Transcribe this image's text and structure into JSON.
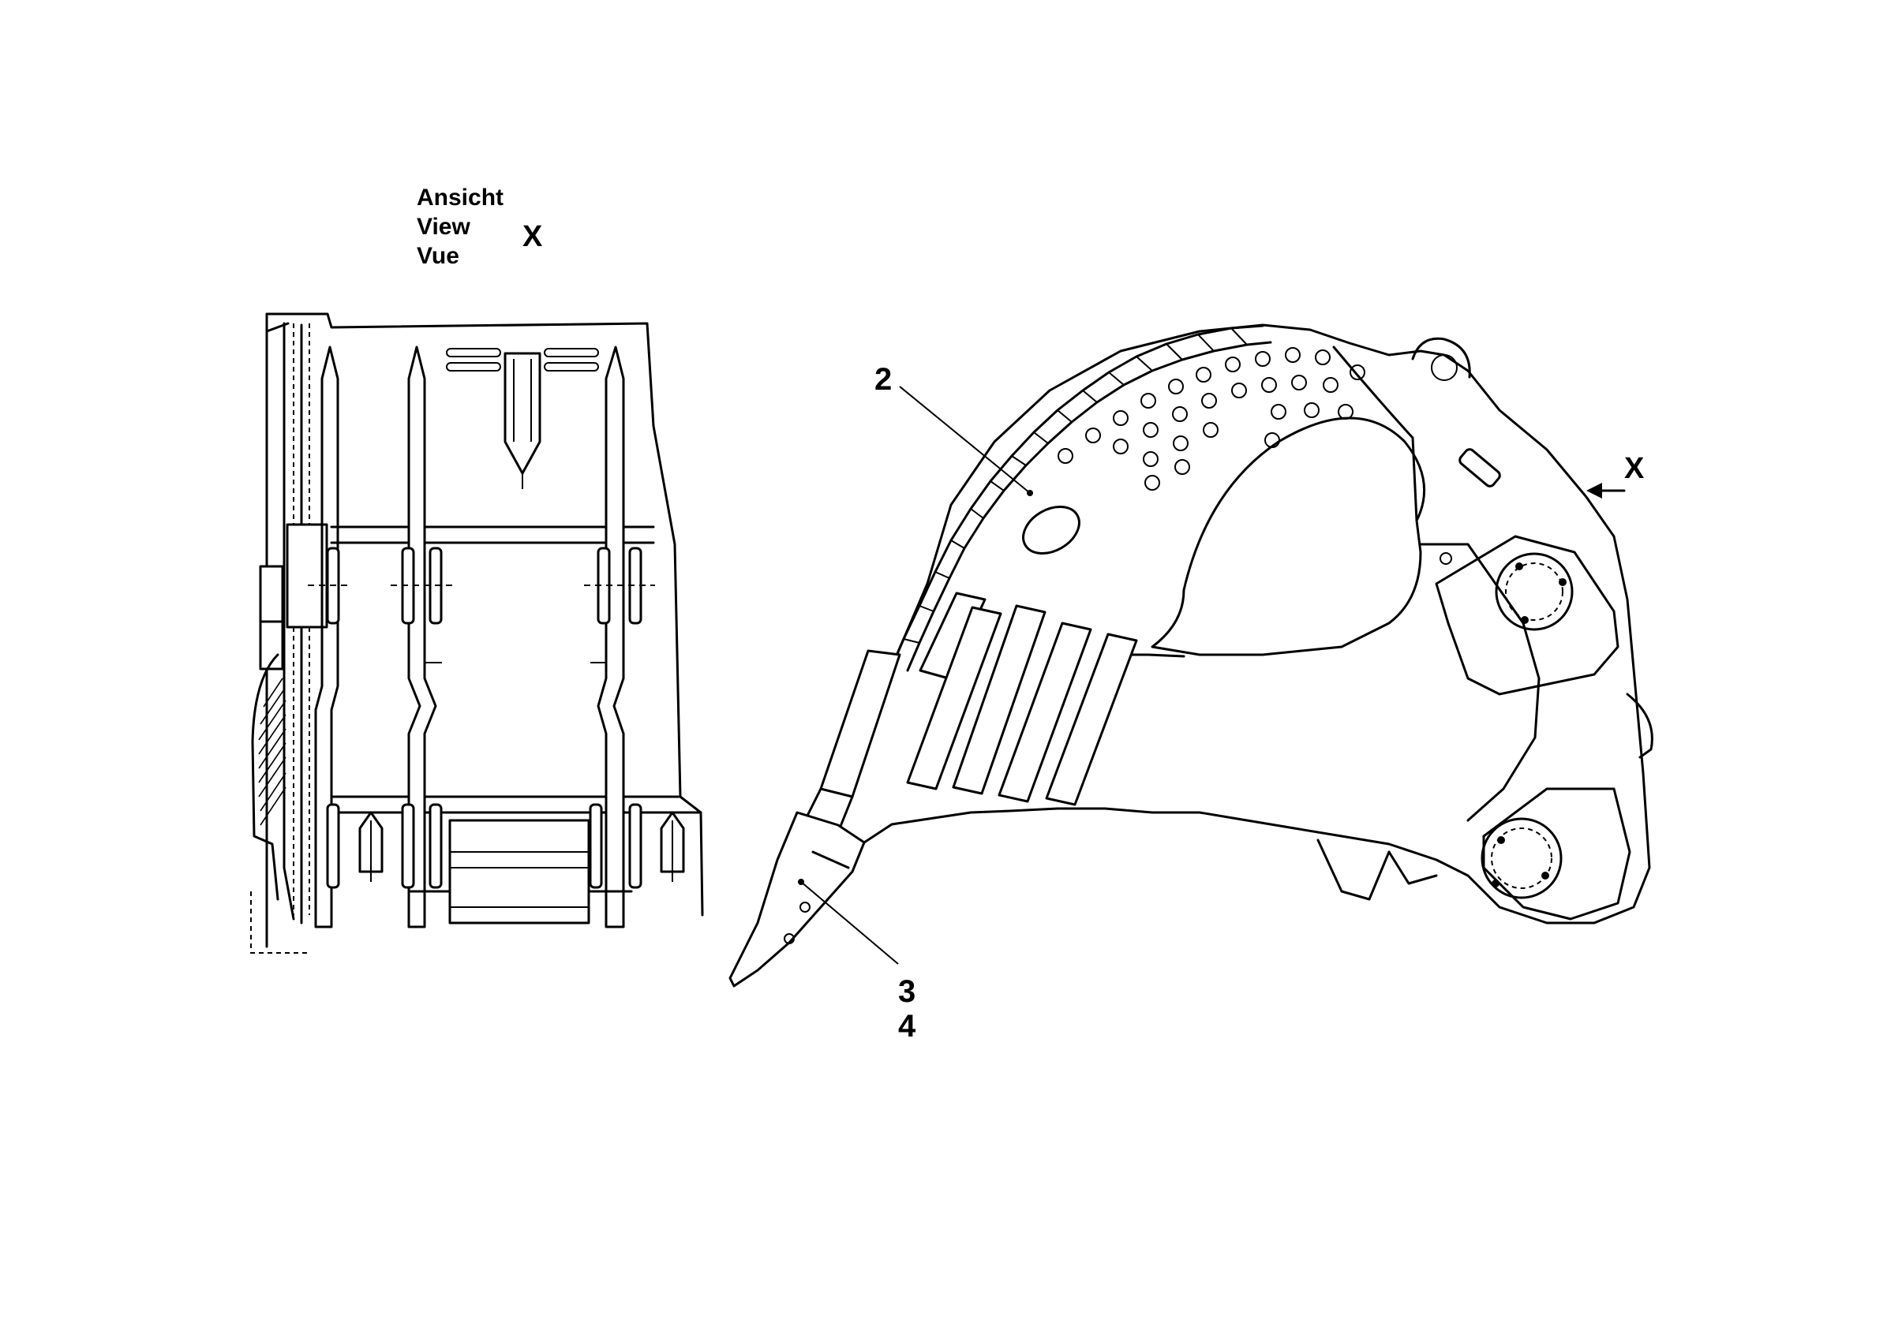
{
  "view_caption": {
    "line1": "Ansicht",
    "line2": "View",
    "line3": "Vue",
    "view_letter": "X"
  },
  "callouts": {
    "part_2": "2",
    "part_3": "3",
    "part_4": "4",
    "view_arrow_letter": "X"
  }
}
